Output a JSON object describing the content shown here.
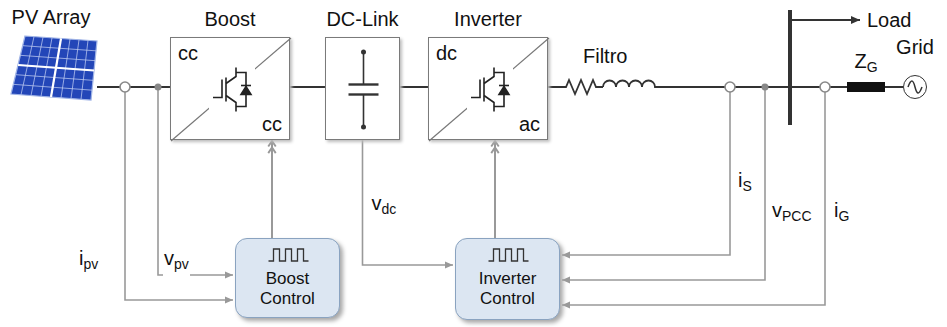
{
  "diagram": {
    "nodes": [
      {
        "text": [
          "PV Array"
        ]
      },
      {
        "text": [
          "Boost",
          "cc",
          "cc"
        ]
      },
      {
        "text": [
          "DC-Link"
        ]
      },
      {
        "text": [
          "Inverter",
          "dc",
          "ac"
        ]
      },
      {
        "text": [
          "ZG"
        ]
      },
      {
        "text": [
          "Grid"
        ]
      },
      {
        "text": [
          "Boost Control"
        ]
      },
      {
        "text": [
          "Inverter Control"
        ]
      }
    ],
    "edges": [
      {
        "from": 0,
        "to": 1,
        "arrow": "none"
      },
      {
        "from": 1,
        "to": 2,
        "arrow": "none"
      },
      {
        "from": 2,
        "to": 3,
        "arrow": "none"
      },
      {
        "from": 3,
        "to": 4,
        "arrow": "none"
      },
      {
        "from": 4,
        "to": 5,
        "arrow": "none"
      },
      {
        "from": 6,
        "to": 1,
        "arrow": "to"
      },
      {
        "from": 2,
        "to": 7,
        "label": "vdc",
        "arrow": "to"
      },
      {
        "from": 7,
        "to": 3,
        "arrow": "to"
      }
    ],
    "labels": [
      "ipv",
      "vpv",
      "Filtro",
      "iS",
      "vPCC",
      "iG",
      "Load"
    ]
  }
}
